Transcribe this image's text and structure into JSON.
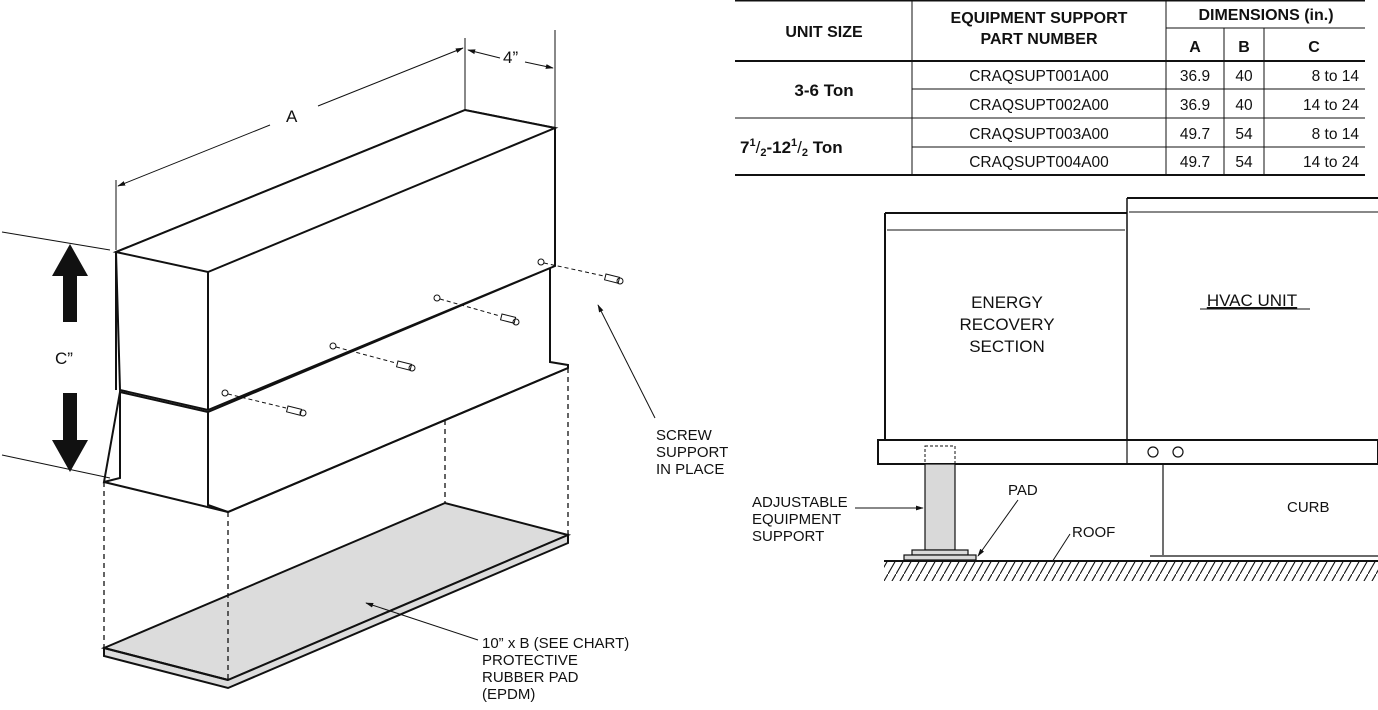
{
  "left_figure": {
    "dim_a": "A",
    "dim_4": "4”",
    "dim_c": "C”",
    "screw_note": [
      "SCREW",
      "SUPPORT",
      "IN PLACE"
    ],
    "pad_note": [
      "10” x B (SEE CHART)",
      "PROTECTIVE",
      "RUBBER PAD",
      "(EPDM)"
    ]
  },
  "table": {
    "col_unit_size": "UNIT SIZE",
    "col_part_number": [
      "EQUIPMENT SUPPORT",
      "PART NUMBER"
    ],
    "col_dimensions": "DIMENSIONS (in.)",
    "sub_a": "A",
    "sub_b": "B",
    "sub_c": "C",
    "groups": [
      {
        "unit_size": "3-6 Ton",
        "rows": [
          {
            "part": "CRAQSUPT001A00",
            "a": "36.9",
            "b": "40",
            "c": "8 to 14"
          },
          {
            "part": "CRAQSUPT002A00",
            "a": "36.9",
            "b": "40",
            "c": "14 to 24"
          }
        ]
      },
      {
        "unit_size_parts": {
          "w1": "7",
          "f1n": "1",
          "f1d": "2",
          "dash": "-",
          "w2": "12",
          "f2n": "1",
          "f2d": "2",
          "unit": " Ton"
        },
        "rows": [
          {
            "part": "CRAQSUPT003A00",
            "a": "49.7",
            "b": "54",
            "c": "8 to 14"
          },
          {
            "part": "CRAQSUPT004A00",
            "a": "49.7",
            "b": "54",
            "c": "14 to 24"
          }
        ]
      }
    ]
  },
  "right_figure": {
    "erv_label": [
      "ENERGY",
      "RECOVERY",
      "SECTION"
    ],
    "hvac_label": "HVAC UNIT",
    "adj_support": [
      "ADJUSTABLE",
      "EQUIPMENT",
      "SUPPORT"
    ],
    "pad": "PAD",
    "roof": "ROOF",
    "curb": "CURB"
  }
}
